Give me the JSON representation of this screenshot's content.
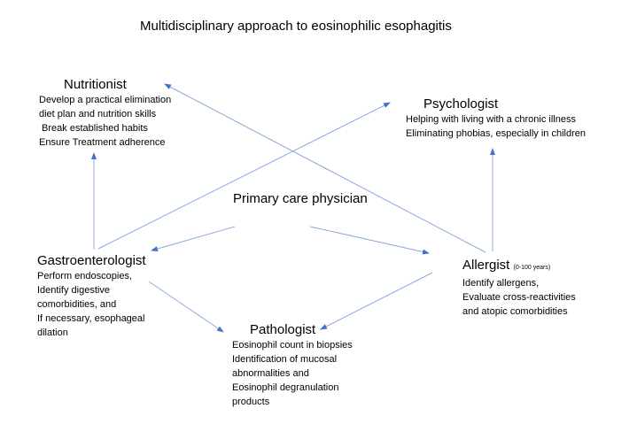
{
  "title": "Multidisciplinary approach to eosinophilic esophagitis",
  "nodes": {
    "nutritionist": {
      "heading": "Nutritionist",
      "lines": [
        "Develop a practical elimination",
        "diet plan and nutrition skills",
        " Break established habits",
        "Ensure Treatment adherence"
      ]
    },
    "psychologist": {
      "heading": "Psychologist",
      "lines": [
        "Helping with living with a chronic illness",
        "Eliminating phobias, especially in children"
      ]
    },
    "primary_care": {
      "heading": "Primary care physician"
    },
    "gastroenterologist": {
      "heading": "Gastroenterologist",
      "lines": [
        "Perform endoscopies,",
        "Identify digestive",
        "comorbidities, and",
        "If necessary, esophageal",
        "dilation"
      ]
    },
    "allergist": {
      "heading": "Allergist",
      "note": "(0-100 years)",
      "lines": [
        "Identify allergens,",
        "Evaluate cross-reactivities",
        "and atopic comorbidities"
      ]
    },
    "pathologist": {
      "heading": "Pathologist",
      "lines": [
        "Eosinophil count in biopsies",
        "Identification of mucosal",
        "abnormalities and",
        "Eosinophil degranulation",
        "products"
      ]
    }
  },
  "edges": [
    {
      "from": "primary_care",
      "to": "gastroenterologist"
    },
    {
      "from": "primary_care",
      "to": "allergist"
    },
    {
      "from": "gastroenterologist",
      "to": "nutritionist"
    },
    {
      "from": "gastroenterologist",
      "to": "psychologist"
    },
    {
      "from": "gastroenterologist",
      "to": "pathologist"
    },
    {
      "from": "allergist",
      "to": "nutritionist"
    },
    {
      "from": "allergist",
      "to": "psychologist"
    },
    {
      "from": "allergist",
      "to": "pathologist"
    }
  ],
  "colors": {
    "arrow": "#4472c4",
    "text": "#000000",
    "background": "#ffffff"
  }
}
